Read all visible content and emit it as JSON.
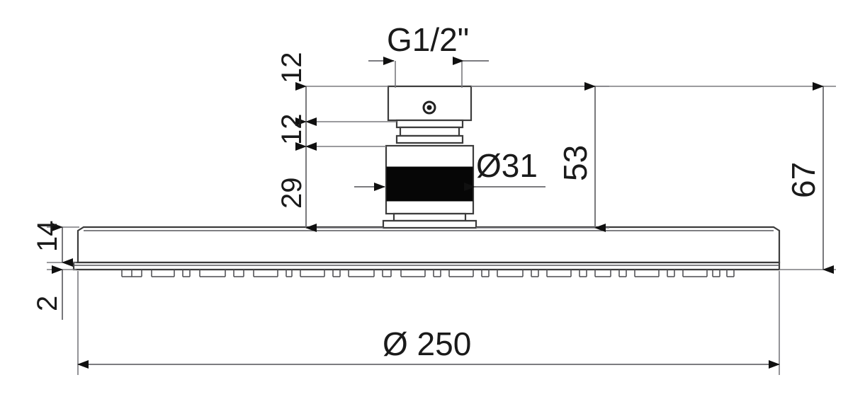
{
  "drawing": {
    "type": "technical-dimension-drawing",
    "subject": "round-rain-shower-head-side-view",
    "units": "mm",
    "background_color": "#ffffff",
    "line_color": "#3c3c3c",
    "dimension_color": "#6a6a6e",
    "text_color": "#1a1a1a",
    "accent_fill": "#060606"
  },
  "dimensions": {
    "thread_label": "G1/2\"",
    "top_gap": "12",
    "second_gap": "12",
    "stack_height": "29",
    "connector_diameter": "Ø31",
    "connector_total": "53",
    "overall_height": "67",
    "plate_thickness": "14",
    "face_thickness": "2",
    "plate_diameter": "Ø 250"
  },
  "labels": [
    {
      "id": "thread",
      "text": "G1/2\"",
      "orientation": "horizontal"
    },
    {
      "id": "top-gap",
      "text": "12",
      "orientation": "vertical"
    },
    {
      "id": "second-gap",
      "text": "12",
      "orientation": "vertical"
    },
    {
      "id": "stack",
      "text": "29",
      "orientation": "vertical"
    },
    {
      "id": "connector-dia",
      "text": "Ø31",
      "orientation": "horizontal"
    },
    {
      "id": "connector-total",
      "text": "53",
      "orientation": "vertical"
    },
    {
      "id": "overall",
      "text": "67",
      "orientation": "vertical"
    },
    {
      "id": "plate-thickness",
      "text": "14",
      "orientation": "vertical"
    },
    {
      "id": "face-thickness",
      "text": "2",
      "orientation": "vertical"
    },
    {
      "id": "plate-dia",
      "text": "Ø 250",
      "orientation": "horizontal"
    }
  ]
}
